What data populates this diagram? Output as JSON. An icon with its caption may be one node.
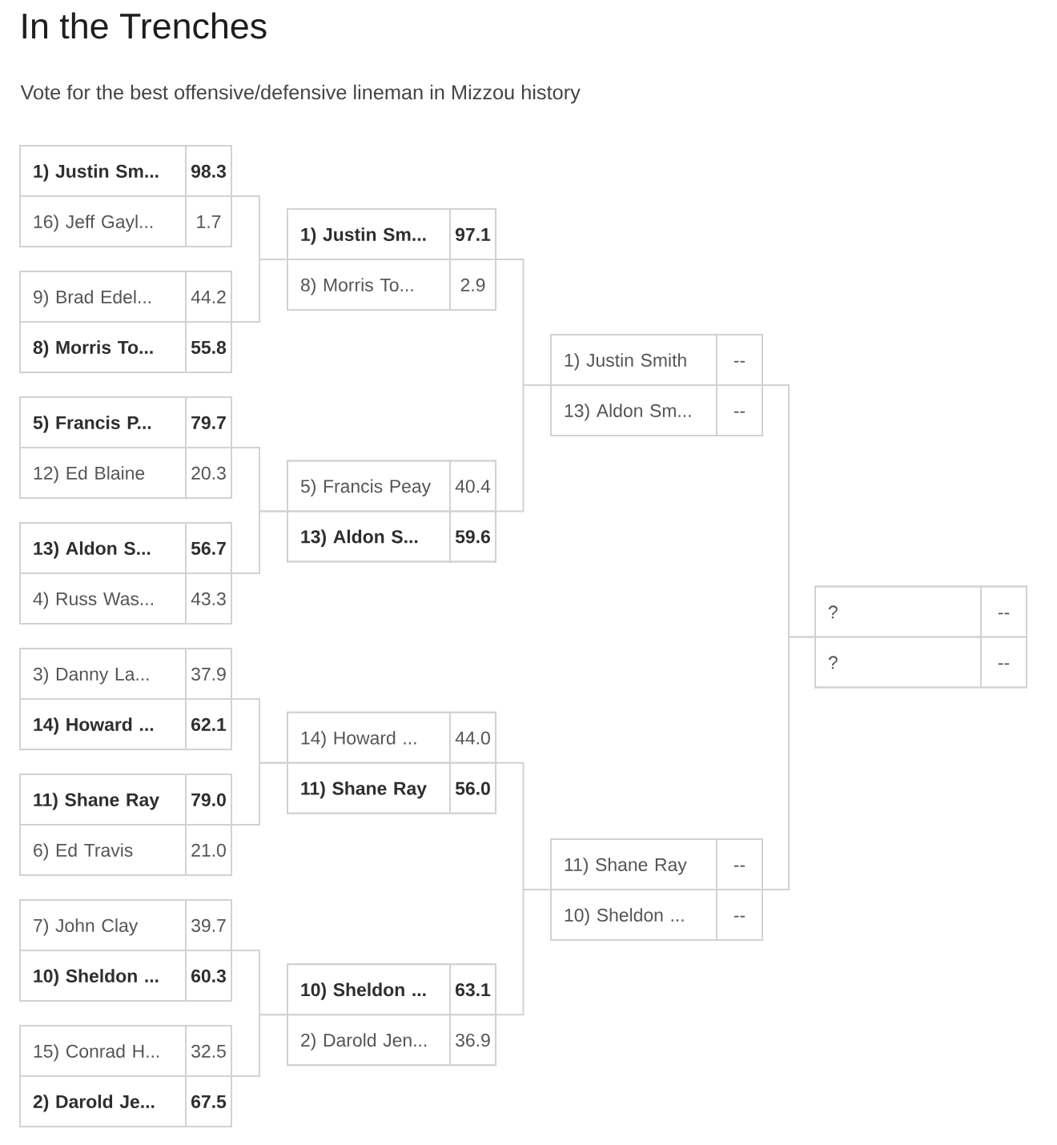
{
  "diagram": {
    "title": "In the Trenches",
    "labels": [
      "Vote for the best offensive/defensive lineman in Mizzou history"
    ],
    "nodes": [
      {
        "text": [
          "1) Justin Sm...",
          "98.3",
          "16) Jeff Gayl...",
          "1.7"
        ]
      },
      {
        "text": [
          "9) Brad Edel...",
          "44.2",
          "8) Morris To...",
          "55.8"
        ]
      },
      {
        "text": [
          "5) Francis P...",
          "79.7",
          "12) Ed Blaine",
          "20.3"
        ]
      },
      {
        "text": [
          "13) Aldon S...",
          "56.7",
          "4) Russ Was...",
          "43.3"
        ]
      },
      {
        "text": [
          "3) Danny La...",
          "37.9",
          "14) Howard ...",
          "62.1"
        ]
      },
      {
        "text": [
          "11) Shane Ray",
          "79.0",
          "6) Ed Travis",
          "21.0"
        ]
      },
      {
        "text": [
          "7) John Clay",
          "39.7",
          "10) Sheldon ...",
          "60.3"
        ]
      },
      {
        "text": [
          "15) Conrad H...",
          "32.5",
          "2) Darold Je...",
          "67.5"
        ]
      },
      {
        "text": [
          "1) Justin Sm...",
          "97.1",
          "8) Morris To...",
          "2.9"
        ]
      },
      {
        "text": [
          "5) Francis Peay",
          "40.4",
          "13) Aldon S...",
          "59.6"
        ]
      },
      {
        "text": [
          "14) Howard ...",
          "44.0",
          "11) Shane Ray",
          "56.0"
        ]
      },
      {
        "text": [
          "10) Sheldon ...",
          "63.1",
          "2) Darold Jen...",
          "36.9"
        ]
      },
      {
        "text": [
          "1) Justin Smith",
          "--",
          "13) Aldon Sm...",
          "--"
        ]
      },
      {
        "text": [
          "11) Shane Ray",
          "--",
          "10) Sheldon ...",
          "--"
        ]
      },
      {
        "text": [
          "?",
          "--",
          "?",
          "--"
        ]
      }
    ],
    "edges": [
      {
        "from": 0,
        "to": 8,
        "arrow": "none"
      },
      {
        "from": 1,
        "to": 8,
        "arrow": "none"
      },
      {
        "from": 2,
        "to": 9,
        "arrow": "none"
      },
      {
        "from": 3,
        "to": 9,
        "arrow": "none"
      },
      {
        "from": 4,
        "to": 10,
        "arrow": "none"
      },
      {
        "from": 5,
        "to": 10,
        "arrow": "none"
      },
      {
        "from": 6,
        "to": 11,
        "arrow": "none"
      },
      {
        "from": 7,
        "to": 11,
        "arrow": "none"
      },
      {
        "from": 8,
        "to": 12,
        "arrow": "none"
      },
      {
        "from": 9,
        "to": 12,
        "arrow": "none"
      },
      {
        "from": 10,
        "to": 13,
        "arrow": "none"
      },
      {
        "from": 11,
        "to": 13,
        "arrow": "none"
      },
      {
        "from": 12,
        "to": 14,
        "arrow": "none"
      },
      {
        "from": 13,
        "to": 14,
        "arrow": "none"
      }
    ]
  }
}
